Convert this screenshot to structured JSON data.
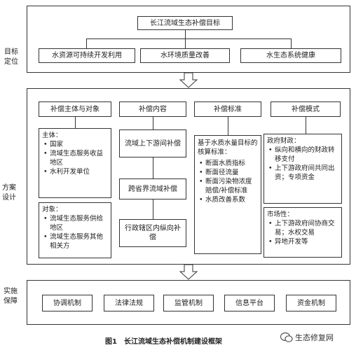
{
  "goal": {
    "side_label": "目标定位",
    "title": "长江流域生态补偿目标",
    "items": [
      "水资源可持续开发利用",
      "水环境质量改善",
      "水生态系统健康"
    ]
  },
  "plan": {
    "side_label": "方案设计",
    "columns": [
      {
        "title": "补偿主体与对象",
        "box1_title": "主体：",
        "box1_items": [
          "国家",
          "流域生态服务收益地区",
          "水利开发单位"
        ],
        "box2_title": "对象：",
        "box2_items": [
          "流域生态服务供给地区",
          "流域生态服务其他相关方"
        ]
      },
      {
        "title": "补偿内容",
        "boxes": [
          "流域上下游间补偿",
          "跨省界流域补偿",
          "行政辖区内纵向补偿"
        ]
      },
      {
        "title": "补偿标准",
        "intro": "基于水质水量目标的核算标准：",
        "items": [
          "断面水质指标",
          "断面径流量",
          "断面污染物浓度赔偿/补偿标准",
          "水质改善系数"
        ]
      },
      {
        "title": "补偿模式",
        "box1_title": "政府财政：",
        "box1_items": [
          "纵向和横向的财政转移支付",
          "上下游政府间共同出资；专项资金"
        ],
        "box2_title": "市场性：",
        "box2_items": [
          "上下游政府间协商交易；水权交易",
          "异地开发等"
        ]
      }
    ]
  },
  "guarantee": {
    "side_label": "实施保障",
    "items": [
      "协调机制",
      "法律法规",
      "监管机制",
      "信息平台",
      "资金机制"
    ]
  },
  "caption": "图1　长江流域生态补偿机制建设框架",
  "watermark": "生态修复网"
}
